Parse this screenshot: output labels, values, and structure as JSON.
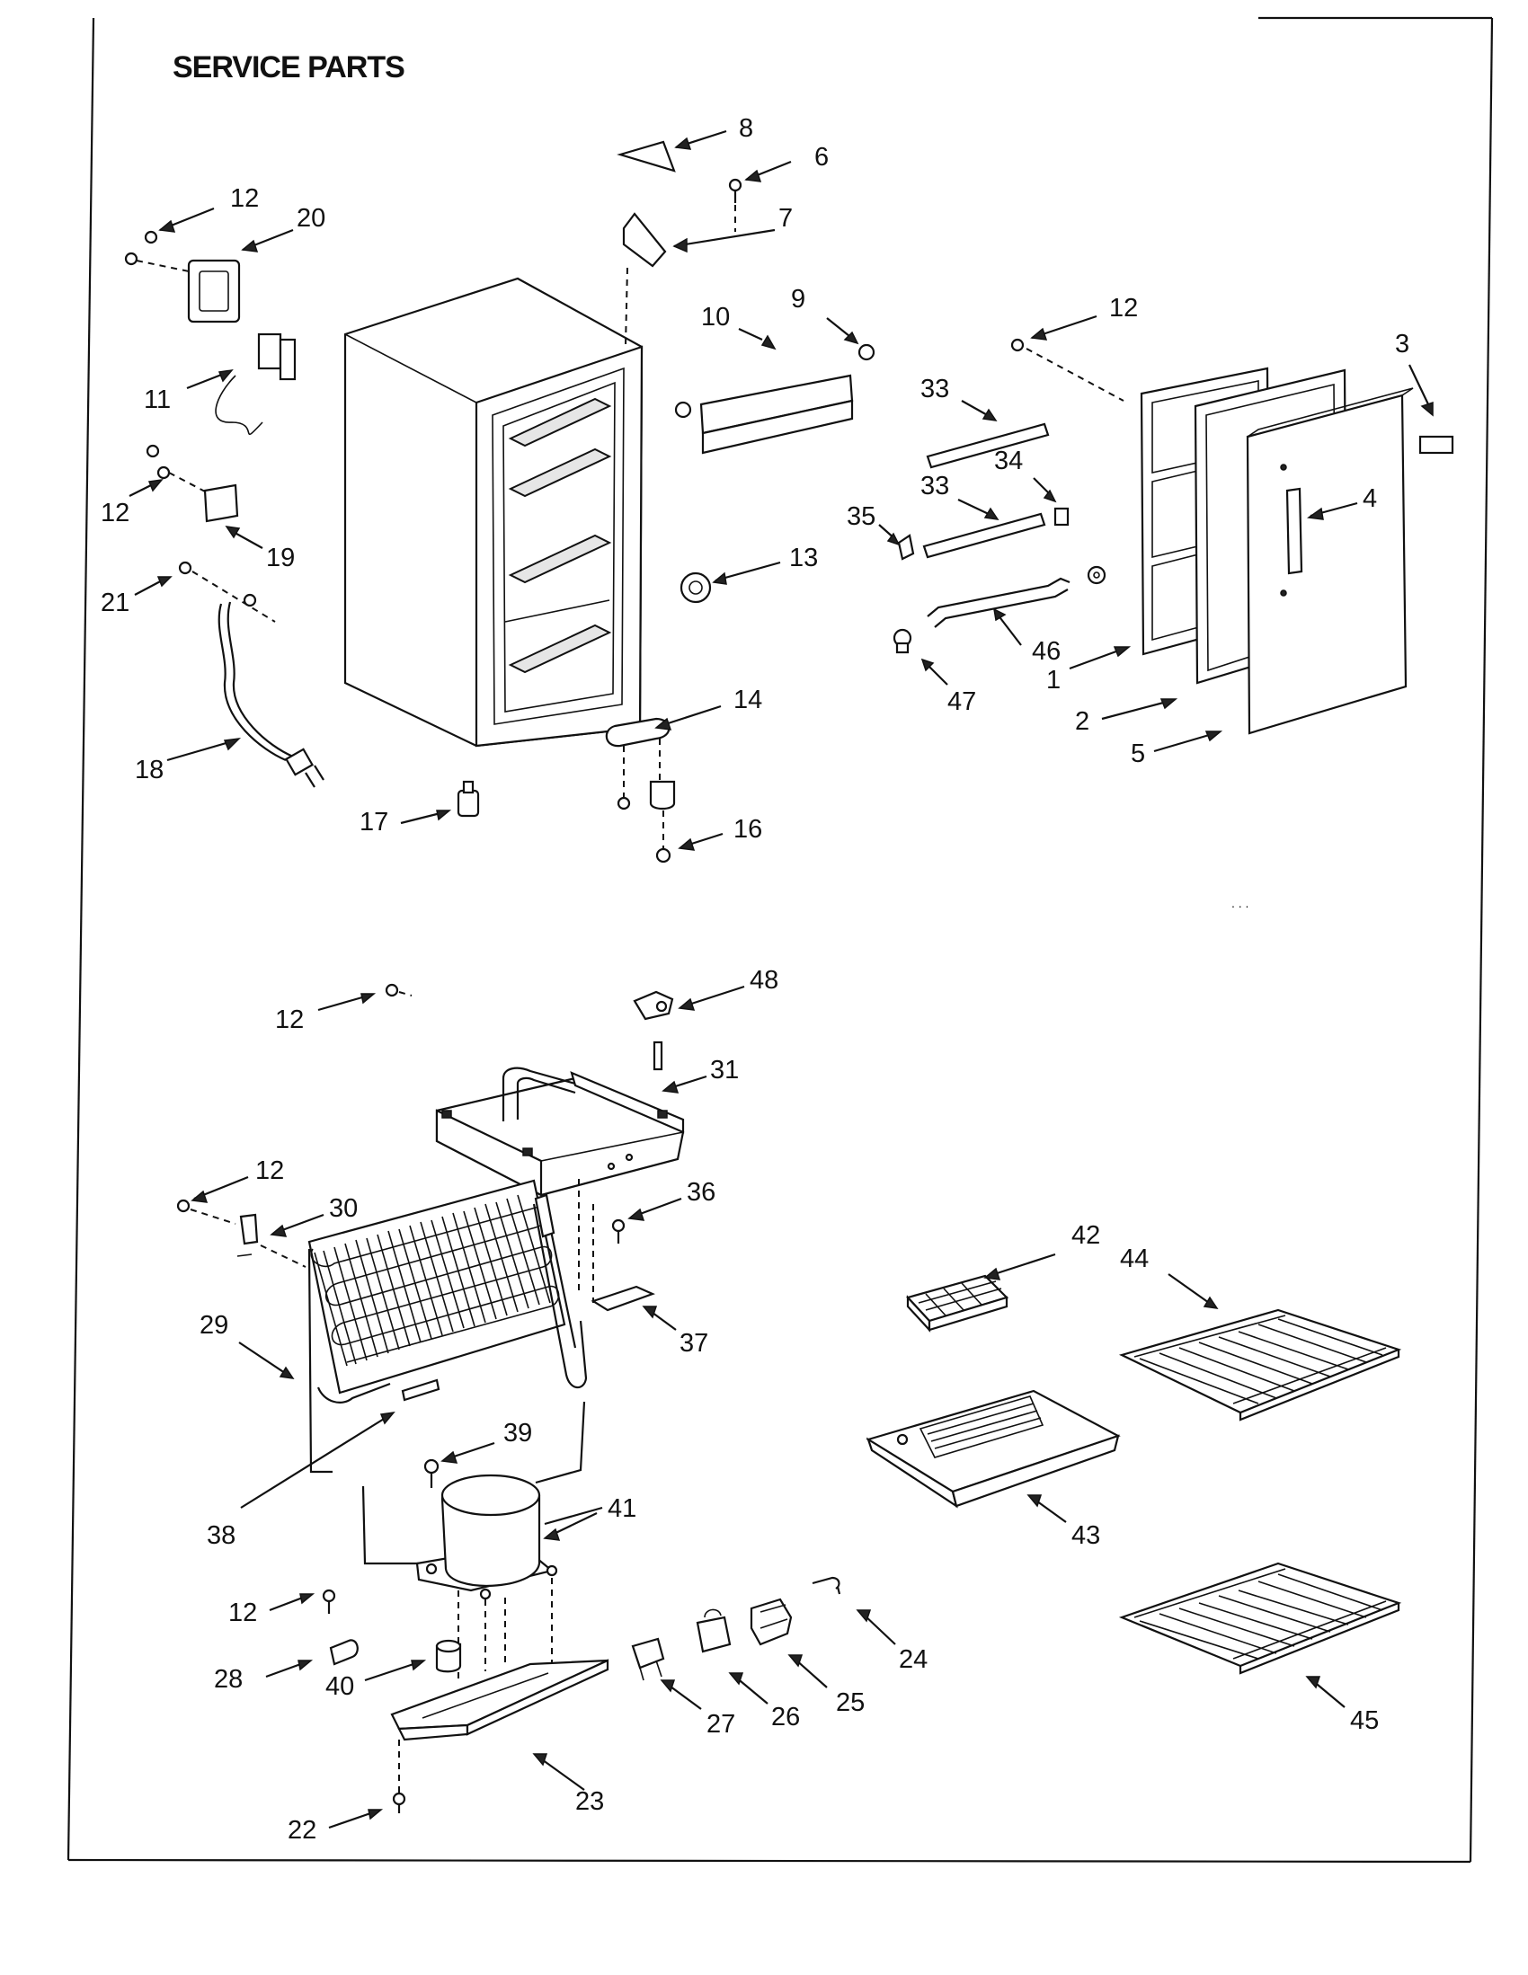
{
  "page": {
    "title": "SERVICE PARTS"
  },
  "callouts": [
    {
      "id": "c8",
      "label": "8"
    },
    {
      "id": "c6",
      "label": "6"
    },
    {
      "id": "c7",
      "label": "7"
    },
    {
      "id": "c12a",
      "label": "12"
    },
    {
      "id": "c20",
      "label": "20"
    },
    {
      "id": "c9",
      "label": "9"
    },
    {
      "id": "c10",
      "label": "10"
    },
    {
      "id": "c12b",
      "label": "12"
    },
    {
      "id": "c3",
      "label": "3"
    },
    {
      "id": "c11",
      "label": "11"
    },
    {
      "id": "c33a",
      "label": "33"
    },
    {
      "id": "c34",
      "label": "34"
    },
    {
      "id": "c33b",
      "label": "33"
    },
    {
      "id": "c4",
      "label": "4"
    },
    {
      "id": "c12c",
      "label": "12"
    },
    {
      "id": "c19",
      "label": "19"
    },
    {
      "id": "c35",
      "label": "35"
    },
    {
      "id": "c13",
      "label": "13"
    },
    {
      "id": "c21",
      "label": "21"
    },
    {
      "id": "c46",
      "label": "46"
    },
    {
      "id": "c1",
      "label": "1"
    },
    {
      "id": "c47",
      "label": "47"
    },
    {
      "id": "c14",
      "label": "14"
    },
    {
      "id": "c2",
      "label": "2"
    },
    {
      "id": "c5",
      "label": "5"
    },
    {
      "id": "c18",
      "label": "18"
    },
    {
      "id": "c17",
      "label": "17"
    },
    {
      "id": "c16",
      "label": "16"
    },
    {
      "id": "c48",
      "label": "48"
    },
    {
      "id": "c12d",
      "label": "12"
    },
    {
      "id": "c31",
      "label": "31"
    },
    {
      "id": "c12e",
      "label": "12"
    },
    {
      "id": "c30",
      "label": "30"
    },
    {
      "id": "c36",
      "label": "36"
    },
    {
      "id": "c42",
      "label": "42"
    },
    {
      "id": "c44",
      "label": "44"
    },
    {
      "id": "c29",
      "label": "29"
    },
    {
      "id": "c37",
      "label": "37"
    },
    {
      "id": "c39",
      "label": "39"
    },
    {
      "id": "c41",
      "label": "41"
    },
    {
      "id": "c38",
      "label": "38"
    },
    {
      "id": "c43",
      "label": "43"
    },
    {
      "id": "c12f",
      "label": "12"
    },
    {
      "id": "c24",
      "label": "24"
    },
    {
      "id": "c28",
      "label": "28"
    },
    {
      "id": "c40",
      "label": "40"
    },
    {
      "id": "c25",
      "label": "25"
    },
    {
      "id": "c26",
      "label": "26"
    },
    {
      "id": "c27",
      "label": "27"
    },
    {
      "id": "c45",
      "label": "45"
    },
    {
      "id": "c23",
      "label": "23"
    },
    {
      "id": "c22",
      "label": "22"
    }
  ]
}
